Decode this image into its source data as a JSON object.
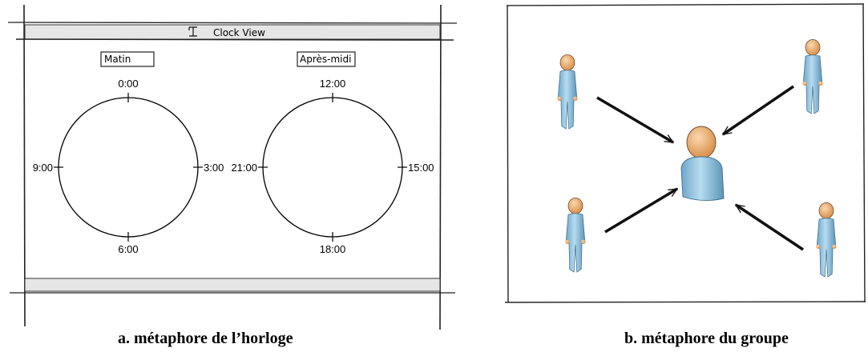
{
  "clock_panel": {
    "window_title": "Clock View",
    "morning_label": "Matin",
    "afternoon_label": "Après-midi",
    "morning_clock": {
      "top": "0:00",
      "right": "3:00",
      "bottom": "6:00",
      "left": "9:00"
    },
    "afternoon_clock": {
      "top": "12:00",
      "right": "15:00",
      "bottom": "18:00",
      "left": "21:00"
    }
  },
  "group_panel": {
    "people": {
      "center": "center-person",
      "others": [
        "top-left-person",
        "top-right-person",
        "bottom-left-person",
        "bottom-right-person"
      ]
    }
  },
  "captions": {
    "left": "a. métaphore de l’horloge",
    "right": "b. métaphore du groupe"
  },
  "colors": {
    "panel_bar": "#e6e6e6",
    "person_body": "#8fc3e0",
    "person_head": "#f0b47a"
  }
}
